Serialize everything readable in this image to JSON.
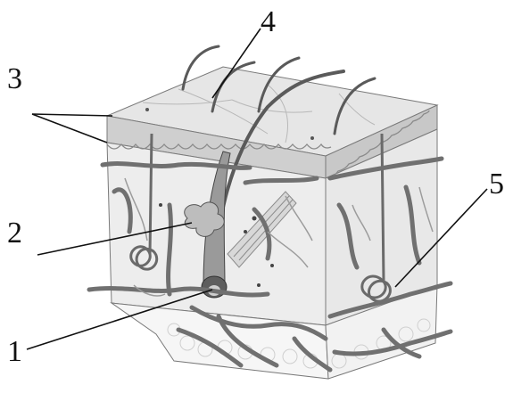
{
  "labels": [
    {
      "id": "1",
      "text": "1"
    },
    {
      "id": "2",
      "text": "2"
    },
    {
      "id": "3",
      "text": "3"
    },
    {
      "id": "4",
      "text": "4"
    },
    {
      "id": "5",
      "text": "5"
    }
  ],
  "colors": {
    "epidermis": "#d9d9d9",
    "dermis": "#ececec",
    "hypodermis": "#f3f3f3",
    "vessel": "#6f6f6f",
    "hair": "#5a5a5a",
    "line": "#111111"
  }
}
